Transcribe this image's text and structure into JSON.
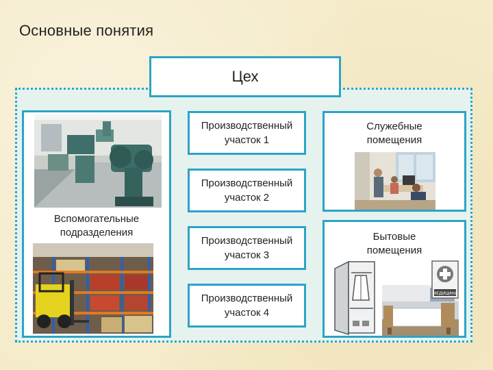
{
  "title": "Основные понятия",
  "workshop": "Цех",
  "auxiliary_label": "Вспомогательные\nподразделения",
  "production_areas": [
    "Производственный\nучасток 1",
    "Производственный\nучасток 2",
    "Производственный\nучасток 3",
    "Производственный\nучасток 4"
  ],
  "office_label": "Служебные\nпомещения",
  "household_label": "Бытовые\nпомещения",
  "medkit_text": "МЕДИЦИНА",
  "colors": {
    "accent": "#2aa4c6",
    "background": "#f5ebc9",
    "frame_fill": "#e6f2ee"
  },
  "icons": [
    "machine-shop-photo",
    "warehouse-forklift-photo",
    "office-photo",
    "wardrobe-icon",
    "dining-room-photo",
    "medkit-icon"
  ]
}
